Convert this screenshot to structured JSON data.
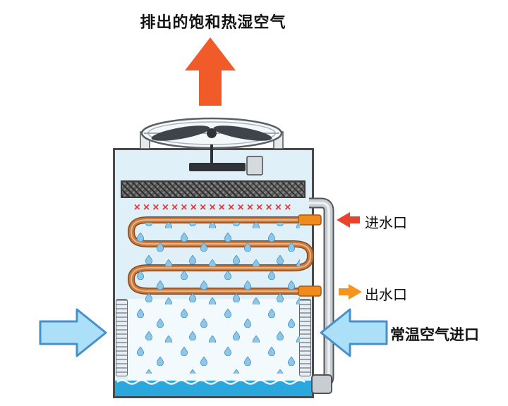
{
  "title": "排出的饱和热湿空气",
  "labels": {
    "water_inlet": "进水口",
    "water_outlet": "出水口",
    "air_inlet": "常温空气进口"
  },
  "decor": {
    "nozzle_row": "×××××××××××××××××"
  },
  "colors": {
    "exhaust_arrow": "#f15b2a",
    "inlet_arrow": "#e8432d",
    "outlet_arrow": "#f7941d",
    "air_arrow_fill": "#ace0f8",
    "air_arrow_stroke": "#4a90c8",
    "tower_fill": "#e0f0f9",
    "tower_border": "#4a4a4a",
    "coil": "#c87a3e",
    "coil_dark": "#8a4a1f",
    "basin_water": "#2aa7dc",
    "droplet": "#8ec6e8",
    "droplet_stroke": "#4a94c8",
    "nozzle": "#e03c3c",
    "mesh": "#5d5d5d",
    "pipe": "#c8cdd2",
    "pipe_stroke": "#4f555a"
  }
}
